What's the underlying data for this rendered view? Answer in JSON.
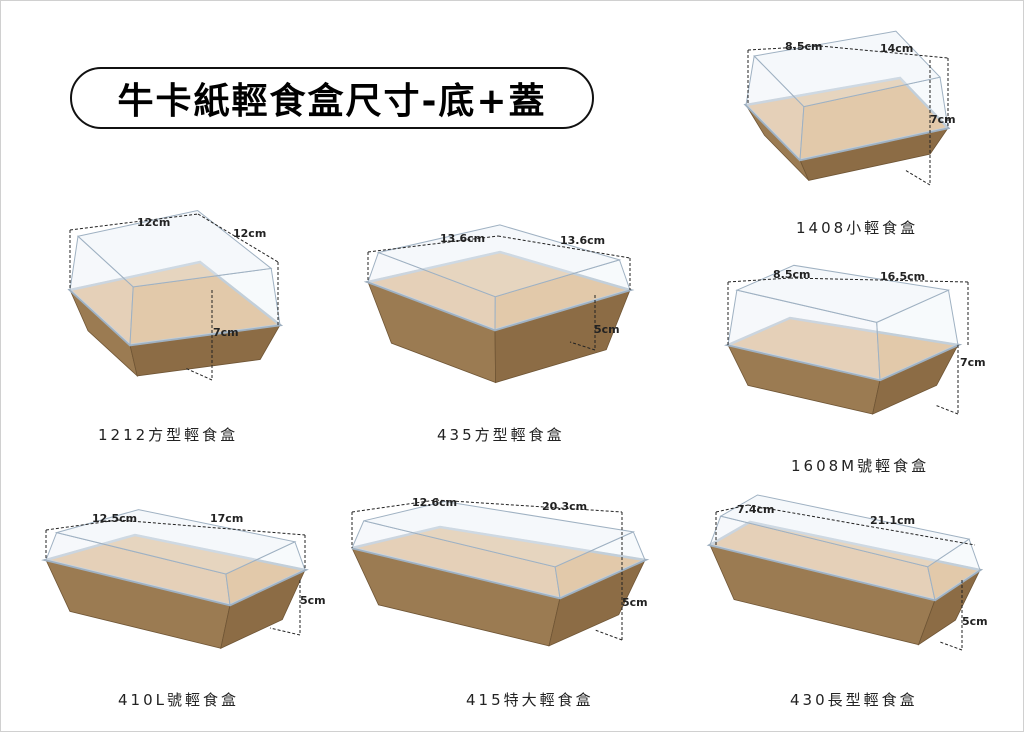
{
  "title": "牛卡紙輕食盒尺寸-底+蓋",
  "colors": {
    "kraft_side": "#9b7b52",
    "kraft_inside": "#d9a76a",
    "kraft_rim": "#c48a4d",
    "lid": "#eef3f8",
    "lid_edge": "#9fb1c2",
    "dash": "#222222"
  },
  "products": [
    {
      "caption": "1408小輕食盒",
      "dims": [
        "8.5cm",
        "14cm",
        "7cm"
      ]
    },
    {
      "caption": "1212方型輕食盒",
      "dims": [
        "12cm",
        "12cm",
        "7cm"
      ]
    },
    {
      "caption": "435方型輕食盒",
      "dims": [
        "13.6cm",
        "13.6cm",
        "5cm"
      ]
    },
    {
      "caption": "1608M號輕食盒",
      "dims": [
        "8.5cm",
        "16.5cm",
        "7cm"
      ]
    },
    {
      "caption": "410L號輕食盒",
      "dims": [
        "12.5cm",
        "17cm",
        "5cm"
      ]
    },
    {
      "caption": "415特大輕食盒",
      "dims": [
        "12.6cm",
        "20.3cm",
        "5cm"
      ]
    },
    {
      "caption": "430長型輕食盒",
      "dims": [
        "7.4cm",
        "21.1cm",
        "5cm"
      ]
    }
  ]
}
